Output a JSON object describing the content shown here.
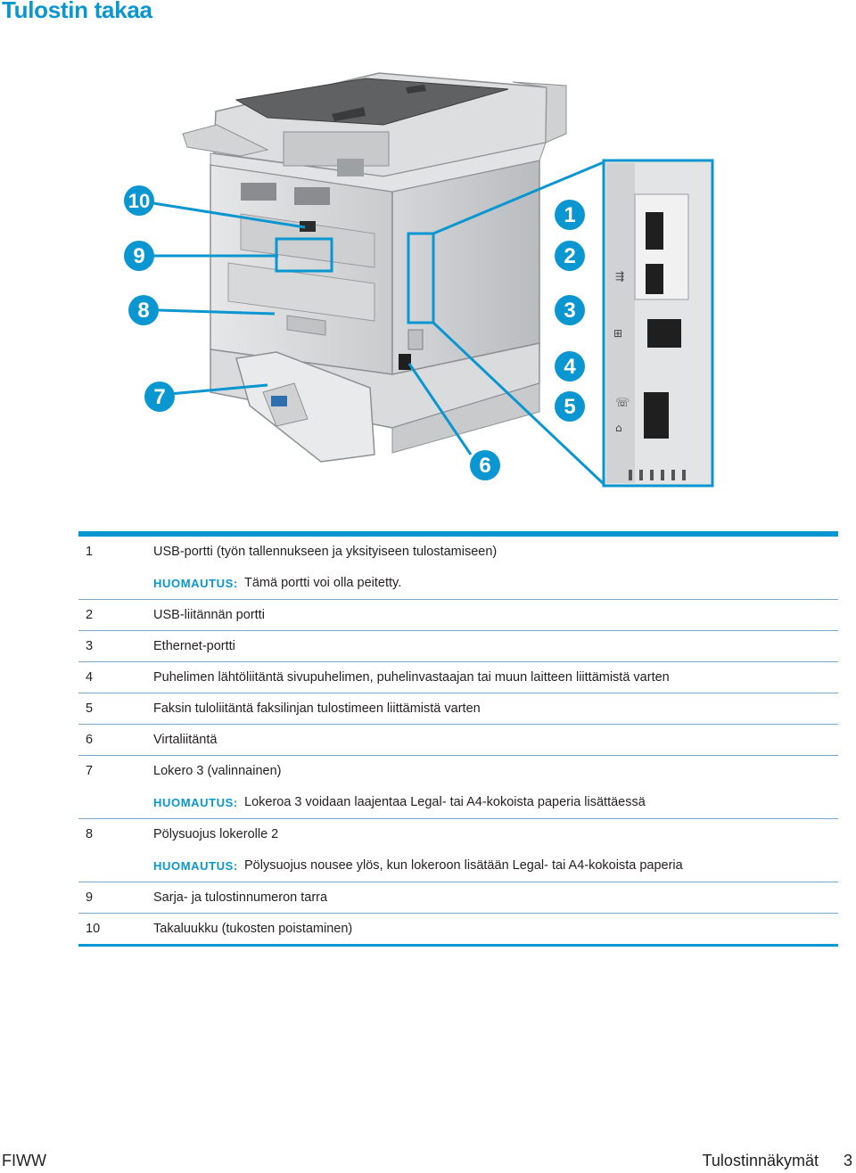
{
  "title": "Tulostin takaa",
  "callouts": [
    "1",
    "2",
    "3",
    "4",
    "5",
    "6",
    "7",
    "8",
    "9",
    "10"
  ],
  "ports_icons": [
    "usb-icon",
    "ethernet-icon",
    "phone-icon",
    "fax-line-icon"
  ],
  "colors": {
    "accent": "#0a96d1"
  },
  "rows": [
    {
      "num": "1",
      "desc": "USB-portti (työn tallennukseen ja yksityiseen tulostamiseen)"
    },
    {
      "label": "HUOMAUTUS:",
      "text": "Tämä portti voi olla peitetty."
    },
    {
      "num": "2",
      "desc": "USB-liitännän portti"
    },
    {
      "num": "3",
      "desc": "Ethernet-portti"
    },
    {
      "num": "4",
      "desc": "Puhelimen lähtöliitäntä sivupuhelimen, puhelinvastaajan tai muun laitteen liittämistä varten"
    },
    {
      "num": "5",
      "desc": "Faksin tuloliitäntä faksilinjan tulostimeen liittämistä varten"
    },
    {
      "num": "6",
      "desc": "Virtaliitäntä"
    },
    {
      "num": "7",
      "desc": "Lokero 3 (valinnainen)"
    },
    {
      "label": "HUOMAUTUS:",
      "text": "Lokeroa 3 voidaan laajentaa Legal- tai A4-kokoista paperia lisättäessä"
    },
    {
      "num": "8",
      "desc": "Pölysuojus lokerolle 2"
    },
    {
      "label": "HUOMAUTUS:",
      "text": "Pölysuojus nousee ylös, kun lokeroon lisätään Legal- tai A4-kokoista paperia"
    },
    {
      "num": "9",
      "desc": "Sarja- ja tulostinnumeron tarra"
    },
    {
      "num": "10",
      "desc": "Takaluukku (tukosten poistaminen)"
    }
  ],
  "footer": {
    "left": "FIWW",
    "section": "Tulostinnäkymät",
    "page": "3"
  }
}
